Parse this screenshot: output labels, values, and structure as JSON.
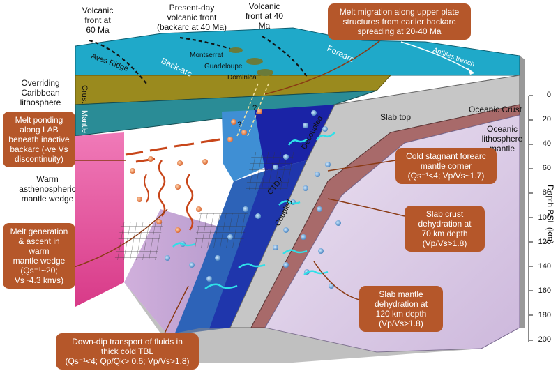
{
  "top_labels": {
    "volcanic_60": "Volcanic\nfront at\n60 Ma",
    "present_day": "Present-day\nvolcanic front\n(backarc at 40 Ma)",
    "volcanic_40": "Volcanic\nfront at 40 Ma"
  },
  "surface_labels": {
    "aves_ridge": "Aves Ridge",
    "back_arc": "Back-arc",
    "forearc": "Forearc",
    "montserrat": "Montserrat",
    "guadeloupe": "Guadeloupe",
    "dominica": "Dominica",
    "antilles_trench": "Antilles trench"
  },
  "layer_labels": {
    "overriding": "Overriding\nCaribbean\nlithosphere",
    "crust": "Crust",
    "mantle": "Mantle",
    "warm_wedge": "Warm\nasthenospheric\nmantle wedge",
    "slab_top": "Slab top",
    "oceanic_crust": "Oceanic Crust",
    "oceanic_lithosphere": "Oceanic\nlithosphere\nmantle",
    "decoupled": "Decoupled",
    "coupled": "Coupled",
    "ctd": "CTD?",
    "question": "?"
  },
  "callouts": {
    "melt_migration": "Melt migration along upper plate\nstructures from earlier backarc\nspreading at 20-40 Ma",
    "melt_ponding": "Melt ponding\nalong LAB\nbeneath inactive\nbackarc (-ve Vs\ndiscontinuity)",
    "cold_stagnant": "Cold stagnant forearc\nmantle corner\n(Qs⁻¹<4; Vp/Vs~1.7)",
    "slab_crust": "Slab crust\ndehydration at\n70 km depth\n(Vp/Vs>1.8)",
    "melt_generation": "Melt generation\n& ascent in warm\nmantle wedge\n(Qs⁻¹~20;\nVs~4.3 km/s)",
    "slab_mantle": "Slab mantle\ndehydration at\n120 km depth\n(Vp/Vs>1.8)",
    "down_dip": "Down-dip transport of fluids in\nthick cold TBL\n(Qs⁻¹<4; Qp/Qk> 0.6; Vp/Vs>1.8)"
  },
  "axis": {
    "title": "Depth BSL (km)",
    "ticks": [
      "0",
      "20",
      "40",
      "60",
      "80",
      "100",
      "120",
      "140",
      "160",
      "180",
      "200"
    ]
  },
  "colors": {
    "ocean": "#1fa9c9",
    "crust": "#9a8a1e",
    "mantle_upper": "#2a8c96",
    "wedge_blue": "#2d63b8",
    "wedge_dark": "#1a23a6",
    "slab_top": "#c6c6c6",
    "oceanic_crust": "#a86a6a",
    "oceanic_mantle": "#dccfe6",
    "pink": "#e0559b",
    "callout": "#b5572a"
  }
}
